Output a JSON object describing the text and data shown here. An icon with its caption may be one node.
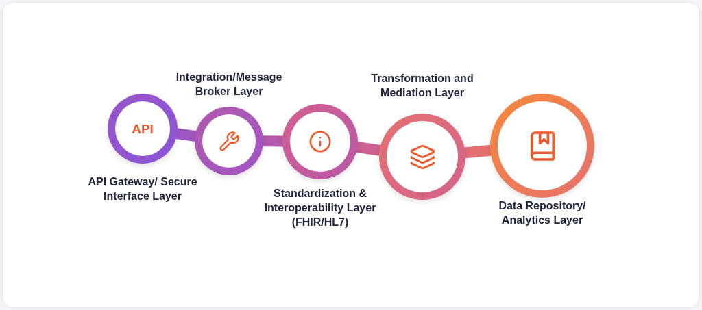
{
  "diagram": {
    "nodes": [
      {
        "text": [
          "API",
          "API Gateway/ Secure Interface Layer"
        ]
      },
      {
        "text": [
          "Integration/Message Broker Layer"
        ]
      },
      {
        "text": [
          "Standardization & Interoperability Layer (FHIR/HL7)"
        ]
      },
      {
        "text": [
          "Transformation and Mediation Layer"
        ]
      },
      {
        "text": [
          "Data Repository/ Analytics Layer"
        ]
      }
    ],
    "edges": [
      {
        "from": 0,
        "to": 1,
        "arrow": "none",
        "style": "thick"
      },
      {
        "from": 1,
        "to": 2,
        "arrow": "none",
        "style": "thick"
      },
      {
        "from": 2,
        "to": 3,
        "arrow": "none",
        "style": "thick"
      },
      {
        "from": 3,
        "to": 4,
        "arrow": "none",
        "style": "thick"
      }
    ]
  }
}
